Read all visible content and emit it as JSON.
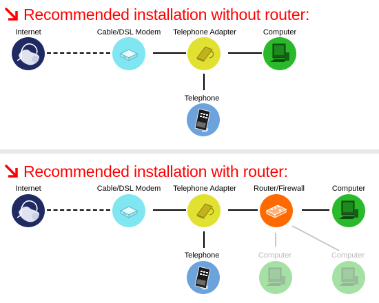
{
  "colors": {
    "heading": "#ff0000",
    "internet": "#1f2a63",
    "modem": "#7fe6f2",
    "adapter": "#e1e132",
    "computer": "#2ab92a",
    "router": "#ff6a00",
    "telephone": "#6ca3dc"
  },
  "sections": [
    {
      "heading": "Recommended installation without router:",
      "labels": {
        "internet": "Internet",
        "modem": "Cable/DSL Modem",
        "adapter": "Telephone Adapter",
        "computer": "Computer",
        "telephone": "Telephone"
      }
    },
    {
      "heading": "Recommended installation with router:",
      "labels": {
        "internet": "Internet",
        "modem": "Cable/DSL Modem",
        "adapter": "Telephone Adapter",
        "router": "Router/Firewall",
        "computer": "Computer",
        "telephone": "Telephone",
        "computer_optional_1": "Computer",
        "computer_optional_2": "Computer"
      }
    }
  ],
  "icons": {
    "heading_arrow": "arrow-down-right-icon",
    "internet": "globe-icon",
    "modem": "modem-icon",
    "adapter": "telephone-adapter-icon",
    "computer": "computer-icon",
    "router": "router-icon",
    "telephone": "telephone-icon"
  }
}
